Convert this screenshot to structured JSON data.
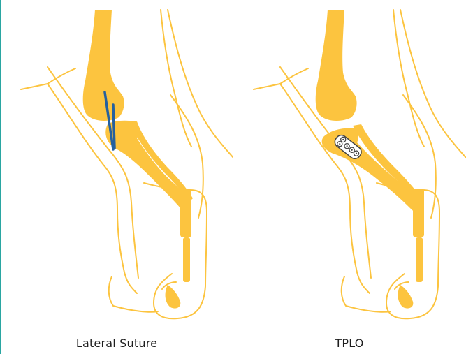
{
  "colors": {
    "bone": "#fcc43f",
    "outline": "#fcc43f",
    "suture": "#25609e",
    "plate": "#ffffff",
    "edge": "#2aa6a2",
    "text": "#1e1e1e"
  },
  "figures": [
    {
      "caption": "Lateral Suture",
      "implant": "lateral-suture"
    },
    {
      "caption": "TPLO",
      "implant": "tplo-plate"
    }
  ]
}
